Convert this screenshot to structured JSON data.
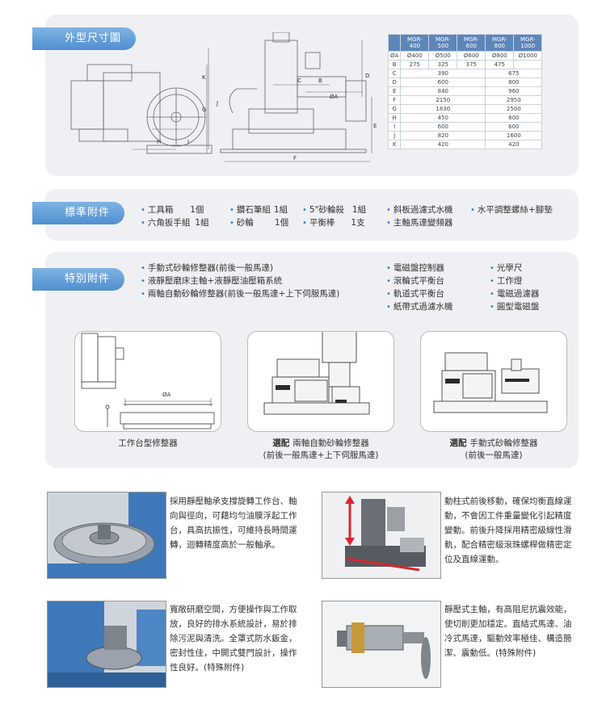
{
  "dimension": {
    "tag": "外型尺寸圖",
    "labels": {
      "K": "K",
      "C": "C",
      "B": "B",
      "A": "ØA",
      "D": "D",
      "G": "G",
      "J": "J",
      "H": "H",
      "I": "I",
      "E": "E",
      "F": "F"
    },
    "table": {
      "headers": [
        "MGR-400",
        "MGR-500",
        "MGR-600",
        "MGR-800",
        "MGR-1000"
      ],
      "rows": [
        {
          "key": "ØA",
          "cells": [
            "Ø400",
            "Ø500",
            "Ø600",
            "Ø800",
            "Ø1000"
          ]
        },
        {
          "key": "B",
          "cells": [
            "275",
            "325",
            "375",
            "475",
            ""
          ]
        },
        {
          "key": "C",
          "left": "390",
          "right": "675"
        },
        {
          "key": "D",
          "left": "600",
          "right": "800"
        },
        {
          "key": "E",
          "left": "840",
          "right": "960"
        },
        {
          "key": "F",
          "left": "2150",
          "right": "2950"
        },
        {
          "key": "G",
          "left": "1830",
          "right": "2500"
        },
        {
          "key": "H",
          "left": "450",
          "right": "800"
        },
        {
          "key": "I",
          "left": "600",
          "right": "600"
        },
        {
          "key": "J",
          "left": "820",
          "right": "1600"
        },
        {
          "key": "K",
          "left": "420",
          "right": "420"
        }
      ]
    }
  },
  "standard": {
    "tag": "標準附件",
    "items": [
      {
        "name": "工具箱",
        "qty": "1個"
      },
      {
        "name": "鑽石筆組",
        "qty": "1組"
      },
      {
        "name": "5\"砂輪殺",
        "qty": "1組"
      },
      {
        "name": "斜板過濾式水機",
        "qty": ""
      },
      {
        "name": "水平調整螺絲+腳墊",
        "qty": ""
      },
      {
        "name": "六角扳手組",
        "qty": "1組"
      },
      {
        "name": "砂輪",
        "qty": "1個"
      },
      {
        "name": "平衡棒",
        "qty": "1支"
      },
      {
        "name": "主軸馬達變頻器",
        "qty": ""
      }
    ]
  },
  "special": {
    "tag": "特別附件",
    "col1": [
      "手動式砂輪修整器(前後一般馬達)",
      "液靜壓磨床主軸+液靜壓油壓箱系統",
      "兩軸自動砂輪修整器(前後一般馬達+上下伺服馬達)"
    ],
    "col2": [
      "電磁盤控制器",
      "滾輪式平衡台",
      "軌道式平衡台",
      "紙帶式過濾水機"
    ],
    "col3": [
      "光學尺",
      "工作燈",
      "電磁過濾器",
      "圓型電磁盤"
    ],
    "drawings": {
      "left_caption": "工作台型修整器",
      "left_label": "ØA",
      "mid_prefix": "選配",
      "mid_caption": "兩軸自動砂輪修整器",
      "mid_caption2": "(前後一般馬達+上下伺服馬達)",
      "right_prefix": "選配",
      "right_caption": "手動式砂輪修整器",
      "right_caption2": "(前後一般馬達)"
    }
  },
  "features": [
    {
      "text": "採用靜壓軸承支撐旋轉工作台、軸向與徑向，可藉均勻油膜浮起工作台，具高抗振性，可維持長時間運轉，迴轉精度高於一般軸承。"
    },
    {
      "text": "動柱式前後移動，確保均衡直線運動，不會因工件重量變化引起精度變動。前後升降採用精密級線性滑軌，配合精密級滾珠螺桿做精密定位及直線運動。"
    },
    {
      "text": "寬敞研磨空間，方便操作與工作取放，良好的排水系統設計，易於排除污泥與清洗。全罩式防水鈑金，密封性佳，中開式雙門設計，操作性良好。(特殊附件)"
    },
    {
      "text": "靜壓式主軸，有高阻尼抗震效能，使切削更加穩定。直結式馬達、油冷式馬達，驅動效率極佳、構造簡潔、震動低。(特殊附件)"
    }
  ],
  "colors": {
    "accent": "#4f8fd0",
    "panel": "#eef0f3",
    "table_header": "#5d86b8",
    "machine_blue": "#3f78b8"
  }
}
